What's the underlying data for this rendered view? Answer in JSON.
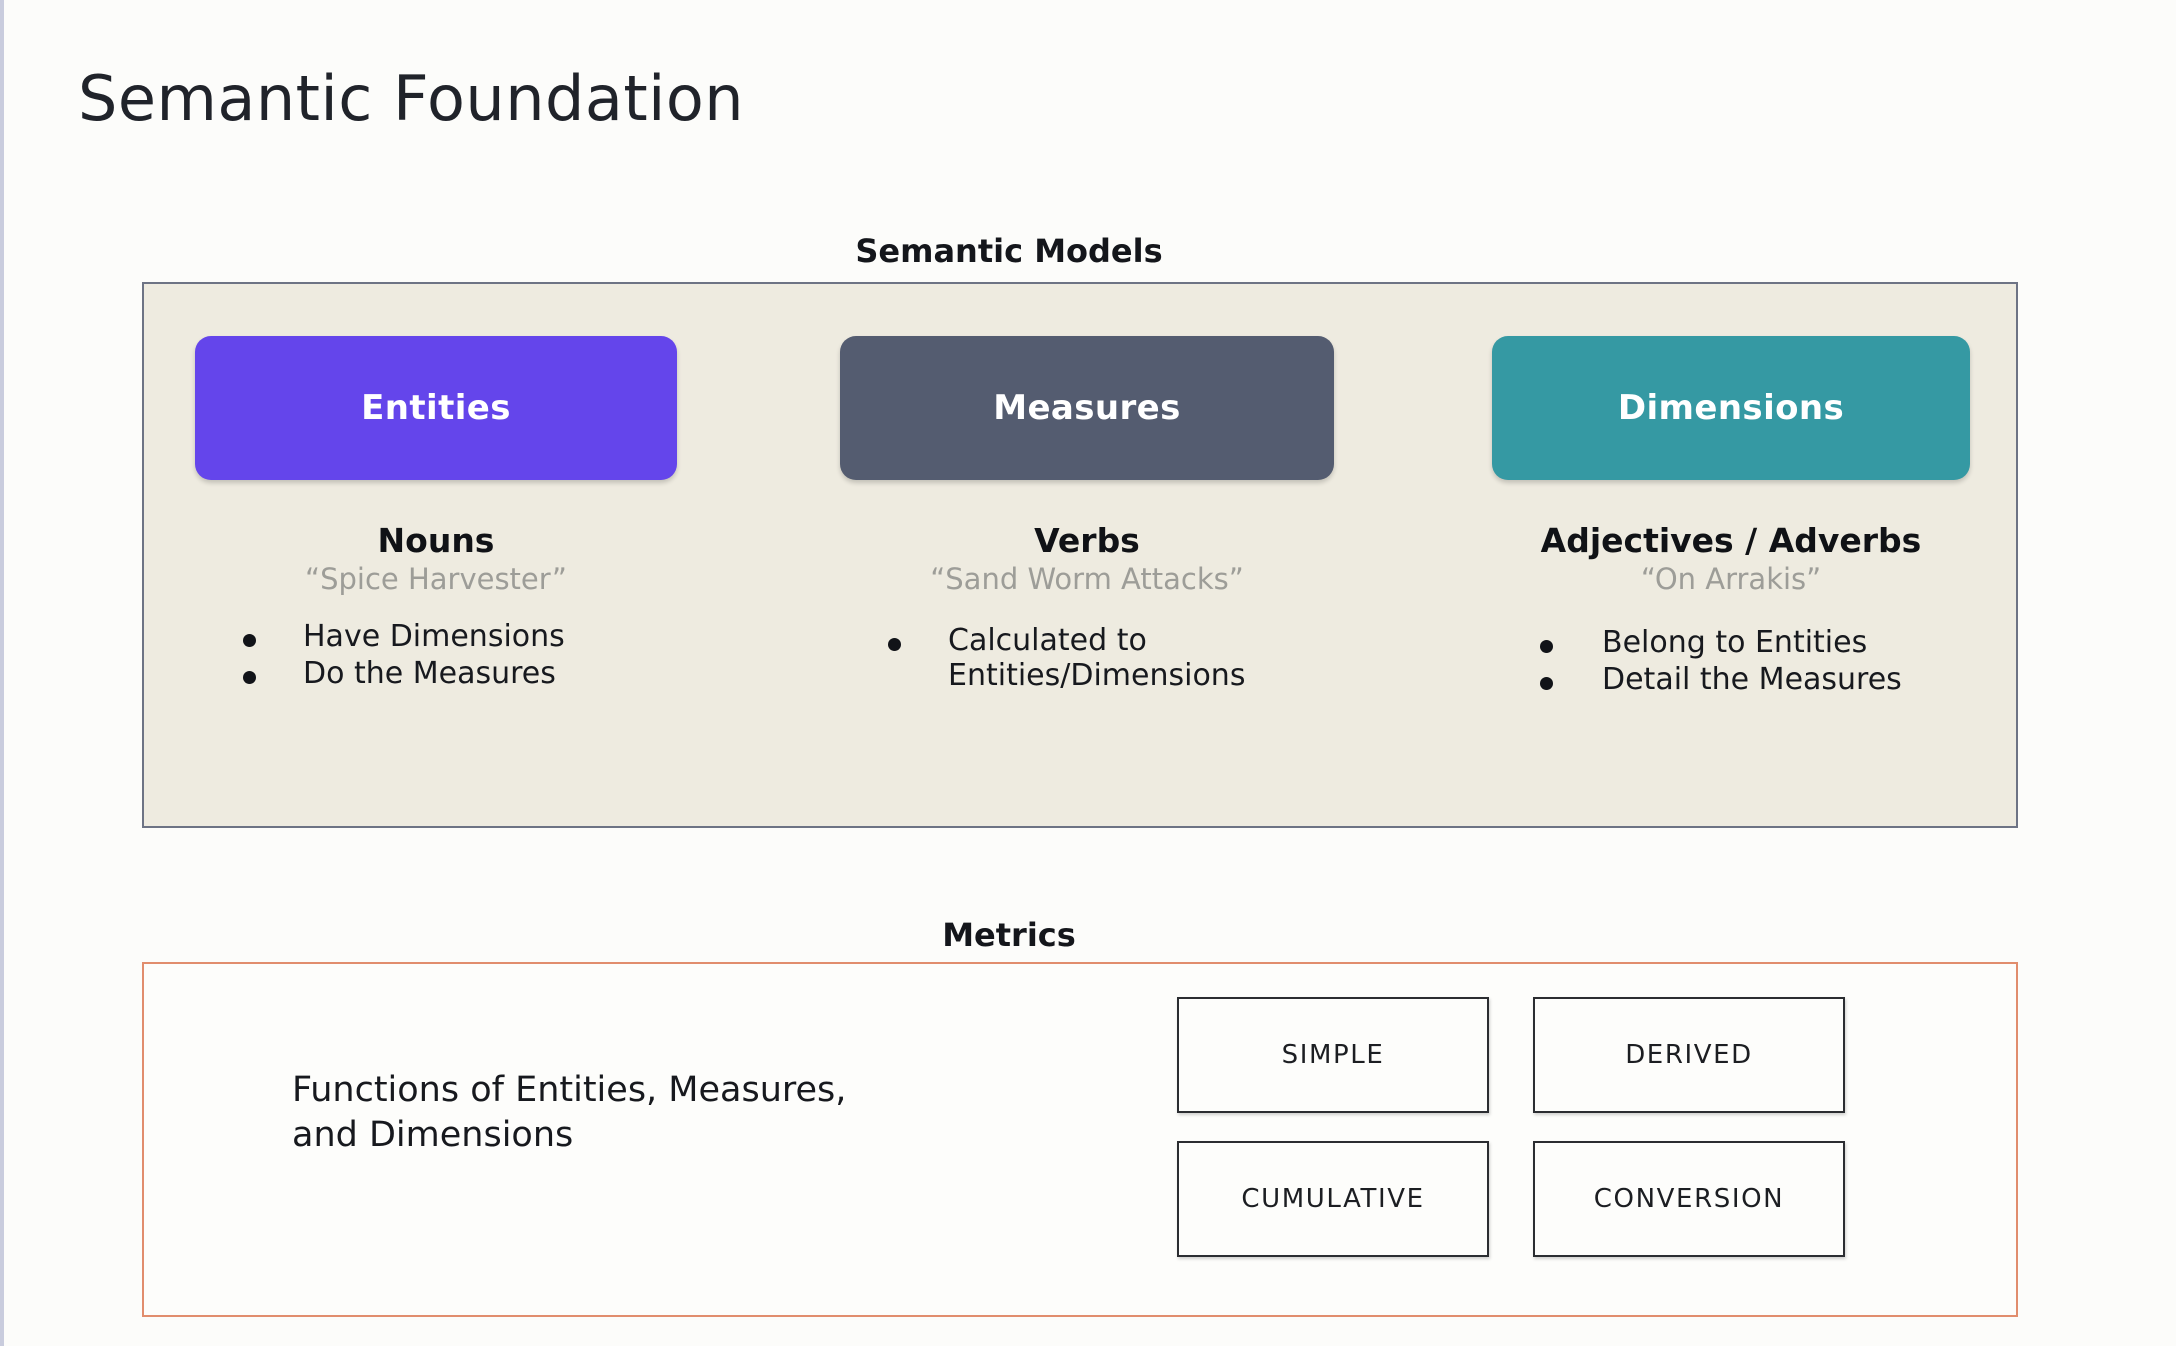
{
  "slide": {
    "title": "Semantic Foundation",
    "background_color": "#fcfcfa"
  },
  "semantic_models": {
    "heading": "Semantic Models",
    "panel_bg": "#eeebe0",
    "panel_border": "#6d7384",
    "columns": [
      {
        "chip_label": "Entities",
        "chip_color": "#6445eb",
        "part_of_speech": "Nouns",
        "example": "“Spice Harvester”",
        "points": [
          "Have Dimensions",
          "Do the Measures"
        ]
      },
      {
        "chip_label": "Measures",
        "chip_color": "#545c70",
        "part_of_speech": "Verbs",
        "example": "“Sand Worm Attacks”",
        "points": [
          "Calculated to\nEntities/Dimensions"
        ]
      },
      {
        "chip_label": "Dimensions",
        "chip_color": "#3599a3",
        "part_of_speech": "Adjectives / Adverbs",
        "example": "“On Arrakis”",
        "points": [
          "Belong to Entities",
          "Detail the Measures"
        ]
      }
    ]
  },
  "metrics": {
    "heading": "Metrics",
    "panel_bg": "#fdfdfb",
    "panel_border": "#e18d6d",
    "description": "Functions of Entities, Measures,\nand Dimensions",
    "types": [
      [
        "SIMPLE",
        "DERIVED"
      ],
      [
        "CUMULATIVE",
        "CONVERSION"
      ]
    ]
  }
}
